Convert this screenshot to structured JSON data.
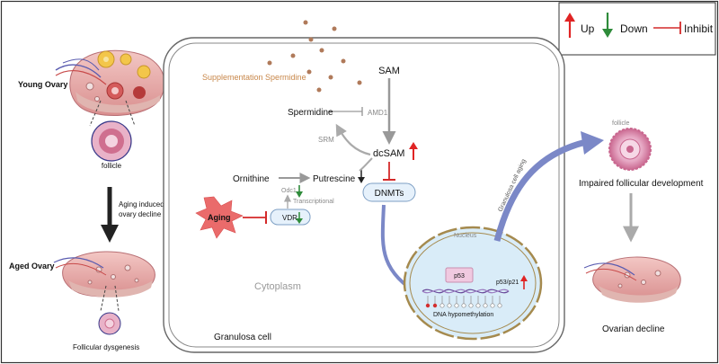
{
  "legend": {
    "up": "Up",
    "down": "Down",
    "inhibit": "Inhibit"
  },
  "left_panel": {
    "young_ovary": "Young Ovary",
    "follicle": "follicle",
    "aging_arrow_label_1": "Aging induced",
    "aging_arrow_label_2": "ovary decline",
    "aged_ovary": "Aged Ovary",
    "follicular_dysgenesis": "Follicular dysgenesis"
  },
  "cell": {
    "supplementation": "Supplementation Spermidine",
    "sam": "SAM",
    "spermidine": "Spermidine",
    "amd1": "AMD1",
    "srm": "SRM",
    "dcsam": "dcSAM",
    "ornithine": "Ornithine",
    "putrescine": "Putrescine",
    "odc1": "Odc1",
    "transcriptional": "Transcriptional",
    "dnmts": "DNMTs",
    "aging": "Aging",
    "vdr": "VDR",
    "nucleus": "Nucleus",
    "p53": "p53",
    "p53_p21": "p53/p21",
    "dna_hypomethylation": "DNA hypomethylation",
    "cytoplasm": "Cytoplasm",
    "granulosa_cell": "Granulosa cell",
    "granulosa_aging": "Granulosa cell aging"
  },
  "right_panel": {
    "follicle": "follicle",
    "impaired": "Impaired follicular development",
    "ovarian_decline": "Ovarian decline"
  },
  "colors": {
    "up": "#e02424",
    "down": "#2e8b3a",
    "inhibit": "#d42a2a",
    "flow_arrow": "#7b88c7",
    "supplement_text": "#c8874a",
    "cell_border": "#666666",
    "nucleus_fill": "#d9ecf8",
    "nucleus_border": "#a58a4e"
  }
}
